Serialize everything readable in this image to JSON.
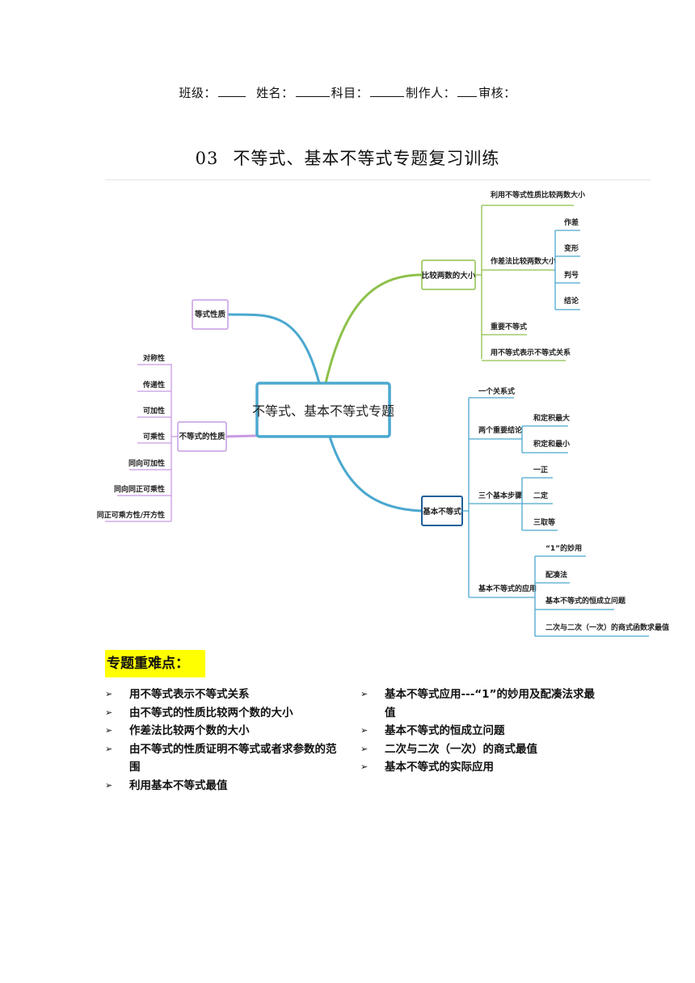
{
  "header": {
    "class_label": "班级：",
    "name_label": "姓名：",
    "subject_label": "科目：",
    "maker_label": "制作人：",
    "review_label": "审核："
  },
  "title": {
    "number": "03",
    "text": "不等式、基本不等式专题复习训练"
  },
  "mindmap": {
    "center": "不等式、基本不等式专题",
    "equality": "等式性质",
    "inequality_props": {
      "label": "不等式的性质",
      "items": [
        "对称性",
        "传递性",
        "可加性",
        "可乘性",
        "同向可加性",
        "同向同正可乘性",
        "同正可乘方性/开方性"
      ]
    },
    "compare": {
      "label": "比较两数的大小",
      "items": [
        "利用不等式性质比较两数大小",
        "作差法比较两数大小",
        "重要不等式",
        "用不等式表示不等式关系"
      ],
      "diff_steps": [
        "作差",
        "变形",
        "判号",
        "结论"
      ]
    },
    "basic": {
      "label": "基本不等式",
      "items": [
        "一个关系式",
        "两个重要结论",
        "三个基本步骤",
        "基本不等式的应用"
      ],
      "conclusions": [
        "和定积最大",
        "积定和最小"
      ],
      "steps": [
        "一正",
        "二定",
        "三取等"
      ],
      "applications": [
        "“1”的妙用",
        "配凑法",
        "基本不等式的恒成立问题",
        "二次与二次（一次）的商式函数求最值"
      ]
    },
    "colors": {
      "blue": "#4aa8cf",
      "green": "#8dc14a",
      "purple": "#c79be3",
      "navy": "#1e5f9a"
    }
  },
  "key_points": {
    "heading": "专题重难点：",
    "left": [
      "用不等式表示不等式关系",
      "由不等式的性质比较两个数的大小",
      "作差法比较两个数的大小",
      "由不等式的性质证明不等式或者求参数的范围",
      "利用基本不等式最值"
    ],
    "right": [
      "基本不等式应用---“1”的妙用及配凑法求最值",
      "基本不等式的恒成立问题",
      "二次与二次（一次）的商式最值",
      "基本不等式的实际应用"
    ]
  }
}
